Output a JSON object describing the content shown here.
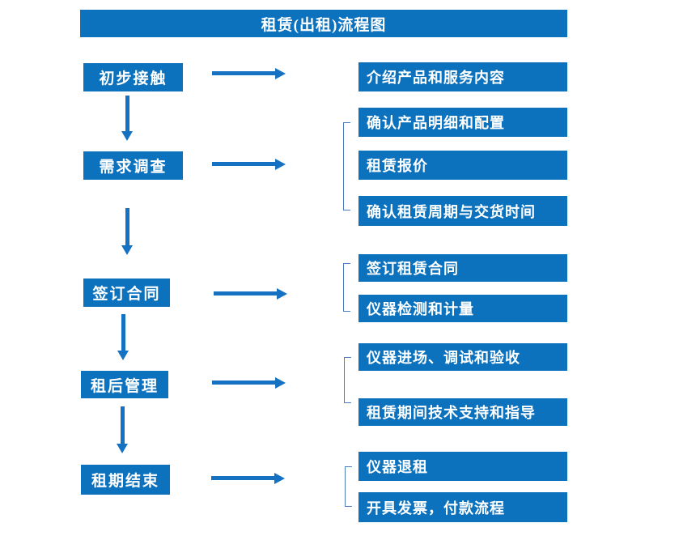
{
  "title": "租赁(出租)流程图",
  "colors": {
    "box_blue": "#0c72be",
    "arrow_blue": "#1572c2",
    "bracket_blue": "#4a7dbd",
    "text_white": "#ffffff"
  },
  "flow": [
    {
      "step": "初步接触",
      "details": [
        "介绍产品和服务内容"
      ]
    },
    {
      "step": "需求调查",
      "details": [
        "确认产品明细和配置",
        "租赁报价",
        "确认租赁周期与交货时间"
      ]
    },
    {
      "step": "签订合同",
      "details": [
        "签订租赁合同",
        "仪器检测和计量"
      ]
    },
    {
      "step": "租后管理",
      "details": [
        "仪器进场、调试和验收",
        "租赁期间技术支持和指导"
      ]
    },
    {
      "step": "租期结束",
      "details": [
        "仪器退租",
        "开具发票，付款流程"
      ]
    }
  ]
}
